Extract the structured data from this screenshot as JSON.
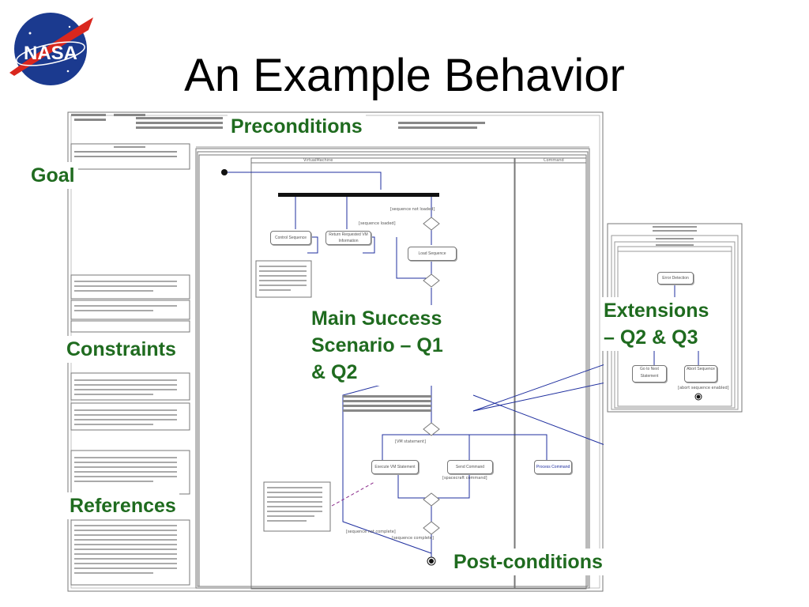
{
  "slide": {
    "title": "An Example Behavior",
    "logo_text": "NASA"
  },
  "callouts": {
    "preconditions": "Preconditions",
    "goal": "Goal",
    "constraints": "Constraints",
    "references": "References",
    "main_success": "Main Success\nScenario – Q1\n& Q2",
    "extensions": "Extensions\n– Q2 & Q3",
    "post_conditions": "Post-conditions"
  },
  "diagram_labels": {
    "sequence_not_loaded": "[sequence not loaded]",
    "sequence_loaded": "[sequence loaded]",
    "control_sequence": "Control Sequence",
    "return_requested": "Return Requested VM Information",
    "load_sequence": "Load Sequence",
    "vm_statement": "[VM statement]",
    "execute_vm": "Execute VM Statement",
    "send_command": "Send Command",
    "process_command": "Process Command",
    "spacecraft_command": "[spacecraft command]",
    "sequence_not_complete": "[sequence not complete]",
    "sequence_complete": "[sequence complete]",
    "error_detection": "Error Detection",
    "go_to_next": "Go to Next Statement",
    "abort_sequence": "Abort Sequence",
    "abort_enabled": "[abort sequence enabled]",
    "command_header": "Command",
    "virtual_machine": "VirtualMachine"
  },
  "colors": {
    "callout_green": "#1f6b1f",
    "line_blue": "#1f2f9f",
    "dash_purple": "#8a2a8a"
  }
}
